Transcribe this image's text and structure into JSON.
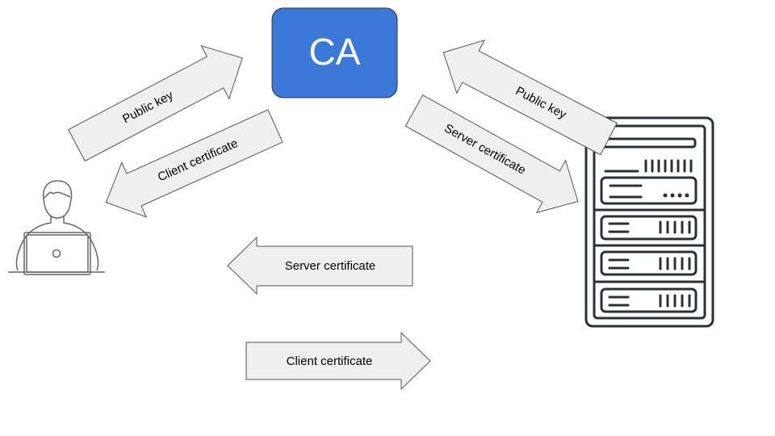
{
  "ca": {
    "label": "CA",
    "color": "#3c78d8"
  },
  "arrows": {
    "client_to_ca": "Public key",
    "ca_to_client": "Client certificate",
    "server_to_ca": "Public key",
    "ca_to_server": "Server certificate",
    "server_to_client": "Server certificate",
    "client_to_server": "Client certificate"
  },
  "icons": {
    "client": "person-laptop-icon",
    "server": "server-rack-icon"
  }
}
